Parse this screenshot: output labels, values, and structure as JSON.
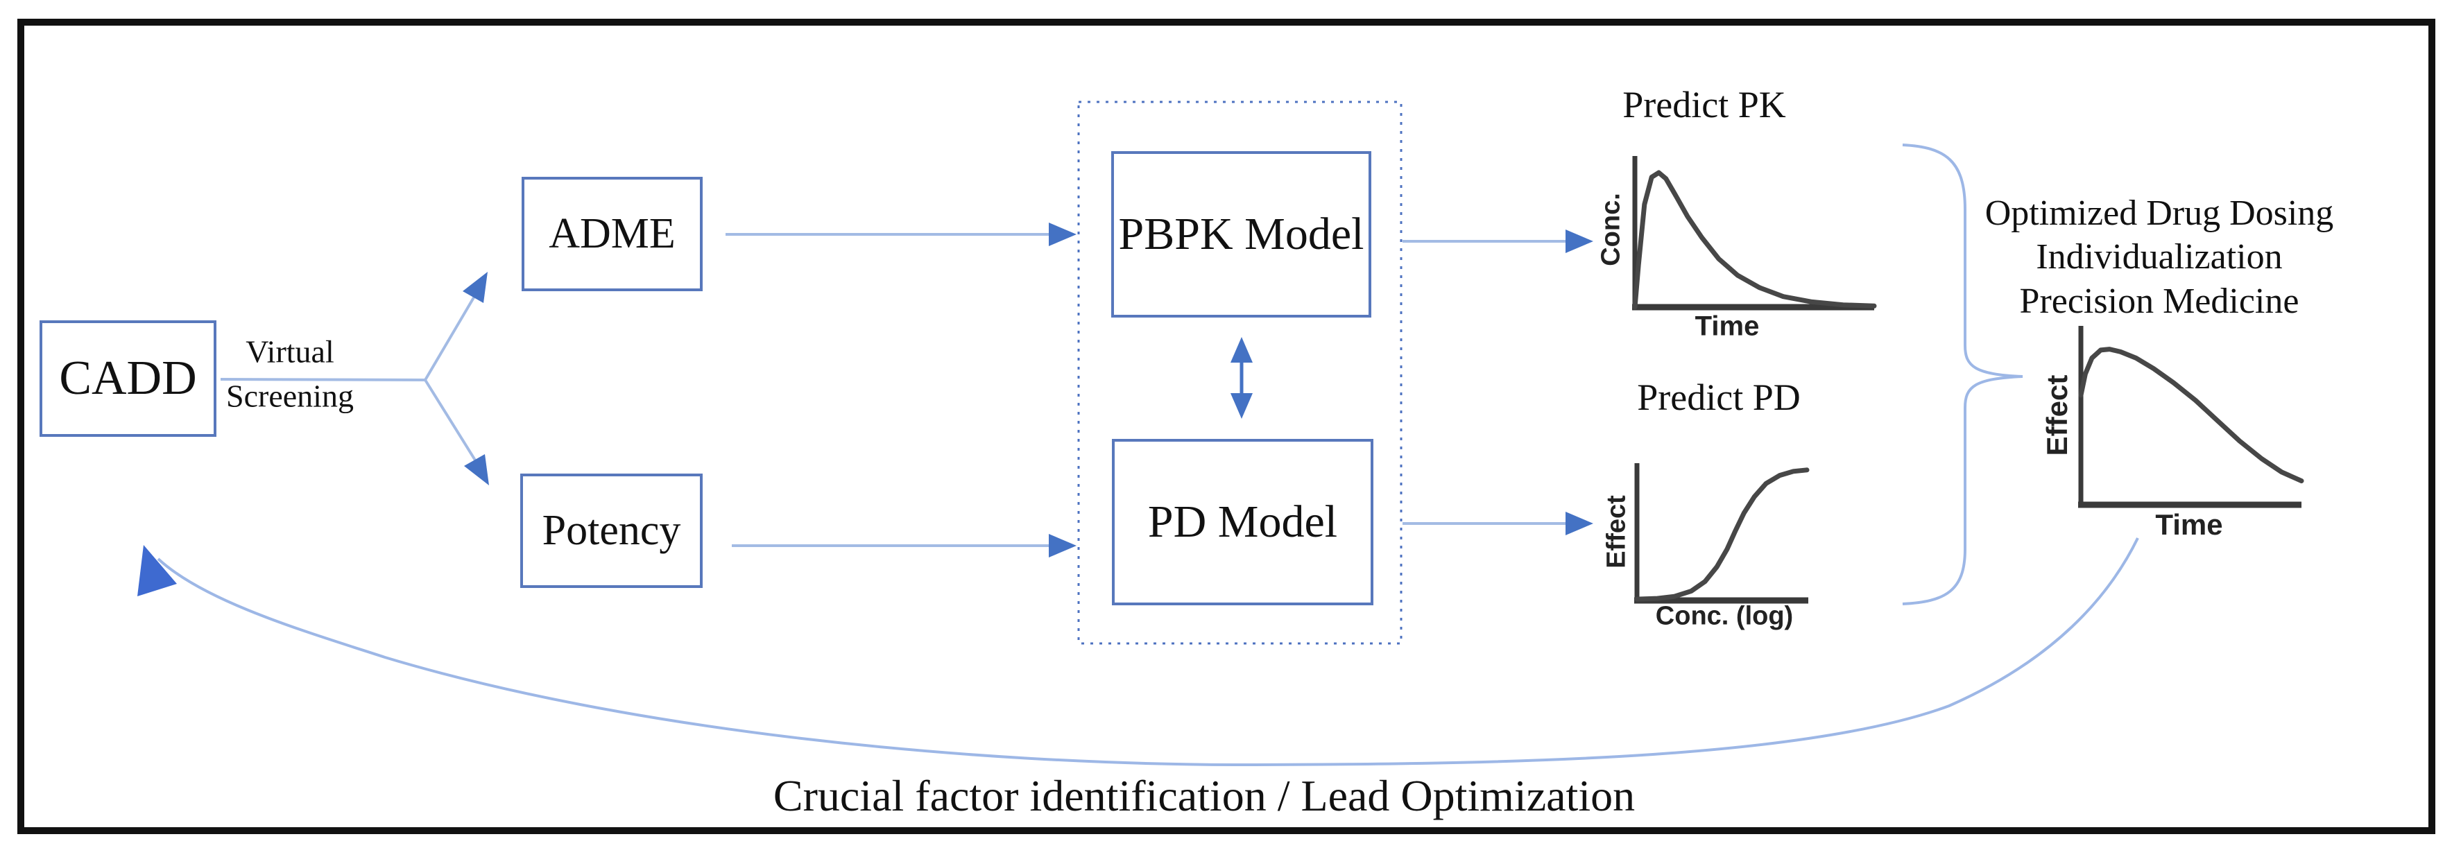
{
  "nodes": {
    "cadd": "CADD",
    "adme": "ADME",
    "potency": "Potency",
    "pbpk": "PBPK Model",
    "pd_model": "PD Model"
  },
  "labels": {
    "virtual_screening_line1": "Virtual",
    "virtual_screening_line2": "Screening",
    "predict_pk": "Predict PK",
    "predict_pd": "Predict PD",
    "outcome_line1": "Optimized Drug Dosing",
    "outcome_line2": "Individualization",
    "outcome_line3": "Precision Medicine",
    "feedback": "Crucial factor identification / Lead Optimization"
  },
  "colors": {
    "accent_blue": "#4472c4",
    "connector_blue": "#a3bbe4",
    "box_border_blue": "#5878bc",
    "dotted_blue": "#4d72c0",
    "curve_gray": "#474747",
    "frame_black": "#111111"
  },
  "chart_data": [
    {
      "id": "pk",
      "type": "line",
      "title": "Predict PK",
      "xlabel": "Time",
      "ylabel": "Conc.",
      "description": "Qualitative concentration-time curve: rapid absorption peak then exponential decline; axes unlabeled numerically",
      "points": [
        [
          0,
          0
        ],
        [
          0.015,
          0.28
        ],
        [
          0.04,
          0.68
        ],
        [
          0.07,
          0.86
        ],
        [
          0.1,
          0.89
        ],
        [
          0.13,
          0.85
        ],
        [
          0.17,
          0.74
        ],
        [
          0.22,
          0.6
        ],
        [
          0.28,
          0.46
        ],
        [
          0.35,
          0.32
        ],
        [
          0.43,
          0.21
        ],
        [
          0.52,
          0.13
        ],
        [
          0.62,
          0.07
        ],
        [
          0.74,
          0.035
        ],
        [
          0.87,
          0.015
        ],
        [
          1,
          0.008
        ]
      ]
    },
    {
      "id": "pd",
      "type": "line",
      "title": "Predict PD",
      "xlabel": "Conc. (log)",
      "ylabel": "Effect",
      "description": "Qualitative sigmoidal concentration-effect curve; axes unlabeled numerically",
      "points": [
        [
          0,
          0.01
        ],
        [
          0.12,
          0.015
        ],
        [
          0.22,
          0.03
        ],
        [
          0.32,
          0.07
        ],
        [
          0.4,
          0.14
        ],
        [
          0.47,
          0.25
        ],
        [
          0.53,
          0.38
        ],
        [
          0.58,
          0.52
        ],
        [
          0.63,
          0.65
        ],
        [
          0.69,
          0.77
        ],
        [
          0.76,
          0.87
        ],
        [
          0.84,
          0.93
        ],
        [
          0.92,
          0.96
        ],
        [
          1,
          0.97
        ]
      ]
    },
    {
      "id": "outcome",
      "type": "line",
      "title": "",
      "xlabel": "Time",
      "ylabel": "Effect",
      "description": "Qualitative effect-time curve: quick rise to rounded peak then gradual decline; axes unlabeled numerically",
      "points": [
        [
          0,
          0.62
        ],
        [
          0.02,
          0.74
        ],
        [
          0.05,
          0.83
        ],
        [
          0.09,
          0.875
        ],
        [
          0.13,
          0.88
        ],
        [
          0.18,
          0.865
        ],
        [
          0.25,
          0.83
        ],
        [
          0.33,
          0.77
        ],
        [
          0.42,
          0.69
        ],
        [
          0.52,
          0.59
        ],
        [
          0.62,
          0.475
        ],
        [
          0.72,
          0.36
        ],
        [
          0.82,
          0.26
        ],
        [
          0.91,
          0.185
        ],
        [
          1,
          0.135
        ]
      ]
    }
  ]
}
